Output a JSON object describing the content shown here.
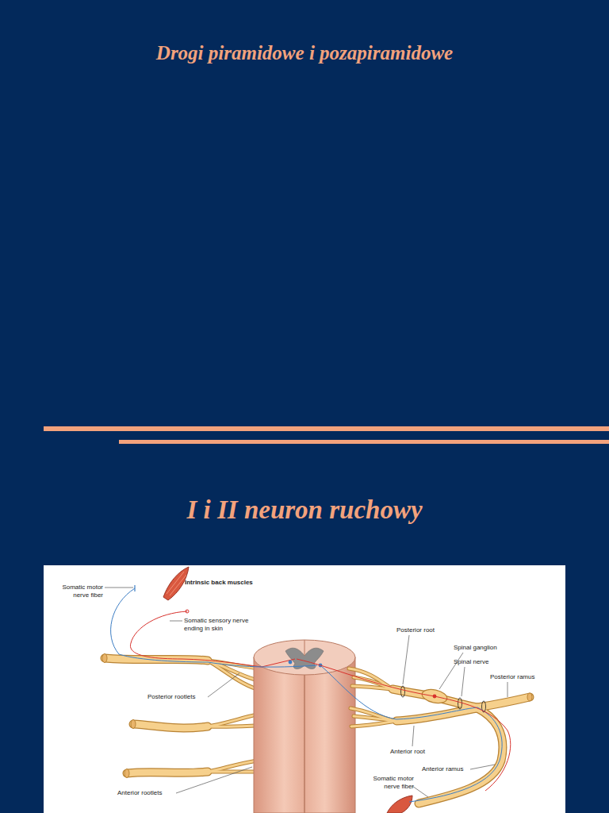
{
  "diagram": {
    "title": "Drogi piramidowe i pozapiramidowe",
    "labels": [
      "I i II neuron ruchowy",
      "Intrinsic back muscles",
      "Somatic motor nerve fiber",
      "Somatic sensory nerve ending in skin",
      "Posterior root",
      "Spinal ganglion",
      "Spinal nerve",
      "Posterior ramus",
      "Posterior rootlets",
      "Anterior root",
      "Anterior ramus",
      "Anterior rootlets",
      "Somatic motor nerve fiber"
    ]
  }
}
